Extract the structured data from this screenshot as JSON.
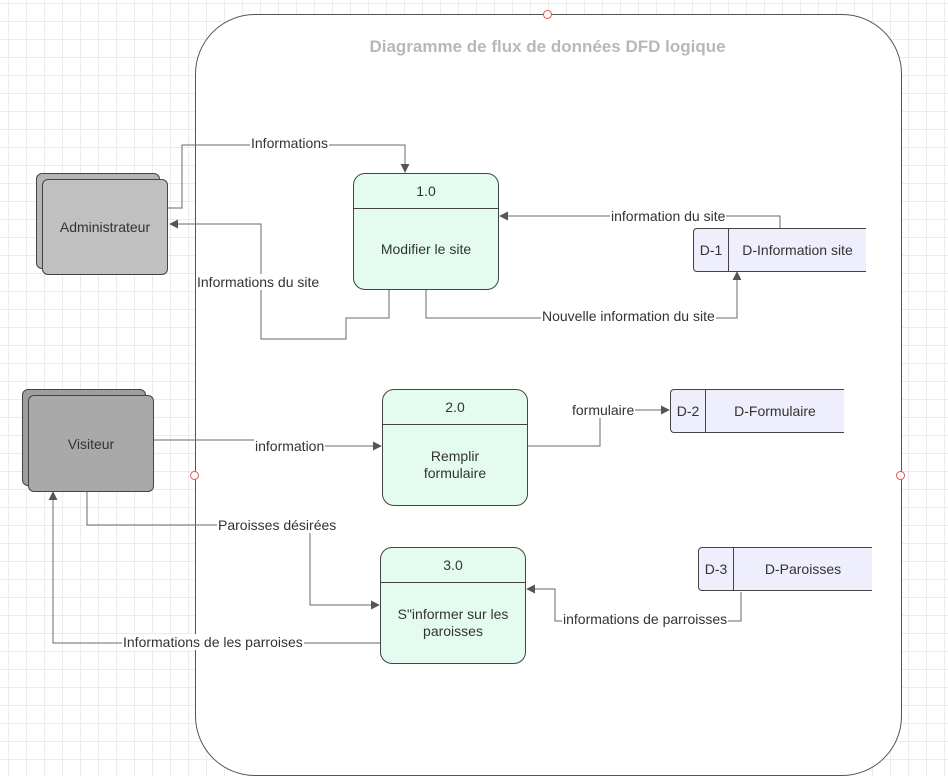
{
  "diagram": {
    "title": "Diagramme de flux de données DFD logique",
    "entities": {
      "admin": "Administrateur",
      "visitor": "Visiteur"
    },
    "processes": {
      "p1": {
        "id": "1.0",
        "name": "Modifier le site"
      },
      "p2": {
        "id": "2.0",
        "name": "Remplir formulaire"
      },
      "p3": {
        "id": "3.0",
        "name": "S\"informer sur les paroisses"
      }
    },
    "stores": {
      "d1": {
        "id": "D-1",
        "name": "D-Information site"
      },
      "d2": {
        "id": "D-2",
        "name": "D-Formulaire"
      },
      "d3": {
        "id": "D-3",
        "name": "D-Paroisses"
      }
    },
    "flows": {
      "admin_to_p1": "Informations",
      "p1_to_admin": "Informations du site",
      "d1_to_p1": "information du site",
      "p1_to_d1": "Nouvelle information du site",
      "p2_to_d2": "formulaire",
      "visitor_to_p2": "information",
      "visitor_to_p3": "Paroisses désirées",
      "d3_to_p3": "informations de parroisses",
      "p3_to_visitor": "Informations de les parroises"
    },
    "colors": {
      "process_fill": "#e3fcef",
      "store_fill": "#eeeefc",
      "admin_fill": "#c0c0c0",
      "visitor_fill": "#a9a9a9",
      "title_color": "#b8b8b8"
    }
  }
}
